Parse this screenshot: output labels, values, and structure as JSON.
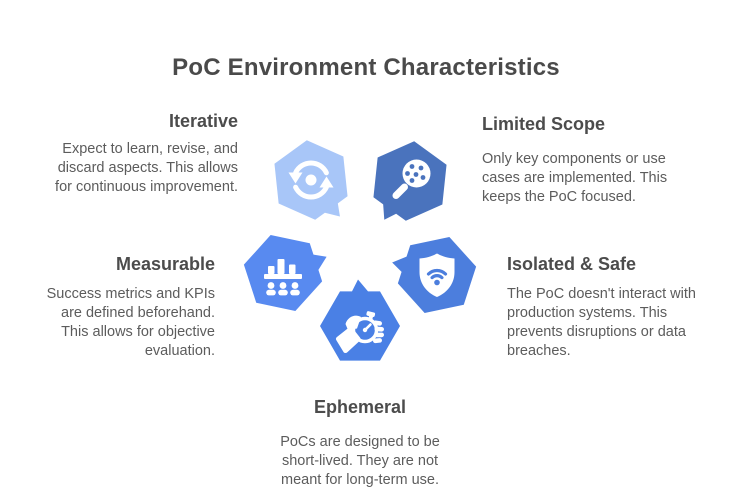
{
  "title": "PoC Environment Characteristics",
  "text_colors": {
    "title": "#4a4a4a",
    "heading": "#4c4c4c",
    "body": "#5c5c5c"
  },
  "items": [
    {
      "id": "iterative",
      "label": "Iterative",
      "description": "Expect to learn, revise, and discard aspects. This allows for continuous improvement.",
      "color": "#a8c6f8",
      "icon": "sync-icon",
      "position": "top-left"
    },
    {
      "id": "limited-scope",
      "label": "Limited Scope",
      "description": "Only key components or use cases are implemented. This keeps the PoC focused.",
      "color": "#4a73bd",
      "icon": "magnifier-dots-icon",
      "position": "top-right"
    },
    {
      "id": "measurable",
      "label": "Measurable",
      "description": "Success metrics and KPIs are defined beforehand. This allows for objective evaluation.",
      "color": "#588af0",
      "icon": "bar-chart-people-icon",
      "position": "middle-left"
    },
    {
      "id": "isolated-safe",
      "label": "Isolated & Safe",
      "description": "The PoC doesn't interact with production systems. This prevents disruptions or data breaches.",
      "color": "#4c7edd",
      "icon": "shield-wifi-icon",
      "position": "middle-right"
    },
    {
      "id": "ephemeral",
      "label": "Ephemeral",
      "description": "PoCs are designed to be short-lived. They are not meant for long-term use.",
      "color": "#4a80e5",
      "icon": "hand-stopwatch-icon",
      "position": "bottom-center"
    }
  ]
}
